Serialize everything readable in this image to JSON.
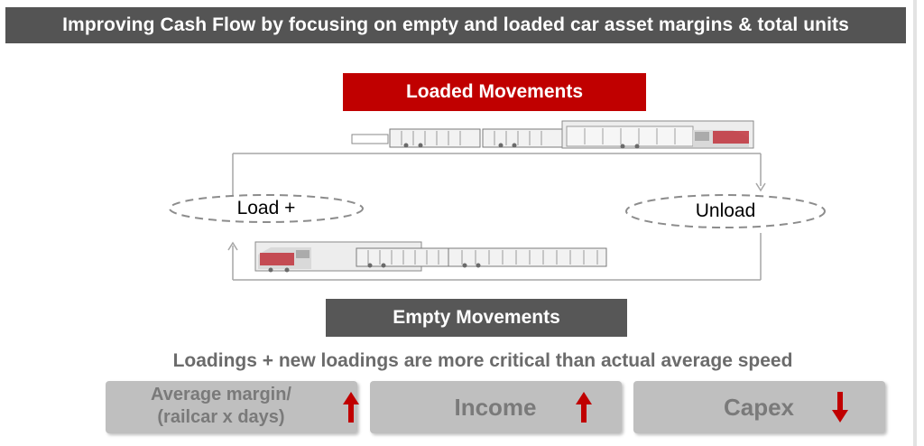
{
  "banner": {
    "title": "Improving Cash Flow by focusing on empty and loaded car asset margins & total units"
  },
  "loaded": {
    "label": "Loaded Movements"
  },
  "empty": {
    "label": "Empty Movements"
  },
  "nodes": {
    "load": "Load +",
    "unload": "Unload"
  },
  "subtitle": "Loadings + new loadings are more critical than actual average speed",
  "kpis": [
    {
      "label_line1": "Average margin/",
      "label_line2": "(railcar x days)",
      "direction": "up",
      "arrow_icon": "arrow-up-icon"
    },
    {
      "label": "Income",
      "direction": "up",
      "arrow_icon": "arrow-up-icon"
    },
    {
      "label": "Capex",
      "direction": "down",
      "arrow_icon": "arrow-down-icon"
    }
  ],
  "colors": {
    "banner": "#545454",
    "loaded_box": "#c00000",
    "empty_box": "#575757",
    "kpi_bg": "#bfbfbf",
    "kpi_text": "#7a7a7a",
    "arrow": "#c00000",
    "subtitle": "#6b6b6b"
  }
}
